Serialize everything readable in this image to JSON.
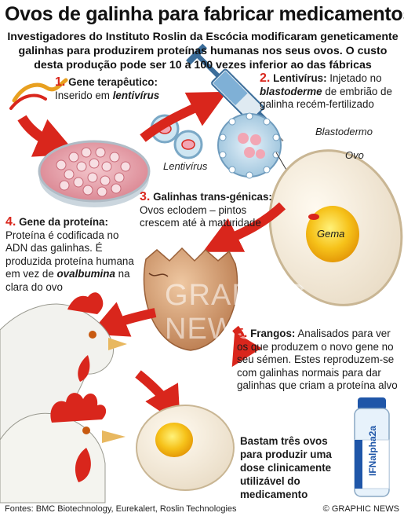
{
  "header": {
    "title": "Ovos de galinha para fabricar medicamentos",
    "subtitle": "Investigadores do Instituto Roslin da Escócia modificaram geneticamente galinhas para produzirem proteínas humanas nos seus ovos. O custo desta produção pode ser 10 a 100 vezes inferior ao das fábricas"
  },
  "steps": [
    {
      "num": "1.",
      "head": "Gene terapêutico:",
      "text": "Inserido em ",
      "em": "lentivírus"
    },
    {
      "num": "2.",
      "head": "Lentivírus:",
      "text1": " Injetado no ",
      "em": "blastoderme",
      "text2": " de embrião de galinha recém-fertilizado"
    },
    {
      "num": "3.",
      "head": "Galinhas trans-génicas:",
      "text": " Ovos eclodem – pintos crescem até à maturidade"
    },
    {
      "num": "4.",
      "head": "Gene da proteína:",
      "text1": " Proteína é codificada no ADN das galinhas. É produzida proteína humana em vez de ",
      "em": "ovalbumina",
      "text2": " na clara do ovo"
    },
    {
      "num": "5.",
      "head": "Frangos:",
      "text": " Analisados para ver os que produzem o novo gene no seu sémen. Estes reproduzem-se com galinhas normais para dar galinhas que criam a proteína alvo"
    }
  ],
  "labels": {
    "lentivirus": "Lentivírus",
    "blastoderm": "Blastodermo",
    "egg": "Ovo",
    "yolk": "Gema",
    "vial": "IFNalpha2a"
  },
  "conclusion": "Bastam três ovos para produzir uma dose clinicamente utilizável do medicamento",
  "watermark": "GRAPHIC NEWS",
  "footer": {
    "sources": "Fontes: BMC Biotechnology, Eurekalert, Roslin Technologies",
    "credit": "© GRAPHIC NEWS"
  },
  "colors": {
    "accent": "#d9261c",
    "dish": "#e8a3ac",
    "egg": "#f7eede",
    "yolk": "#f6c21a"
  }
}
